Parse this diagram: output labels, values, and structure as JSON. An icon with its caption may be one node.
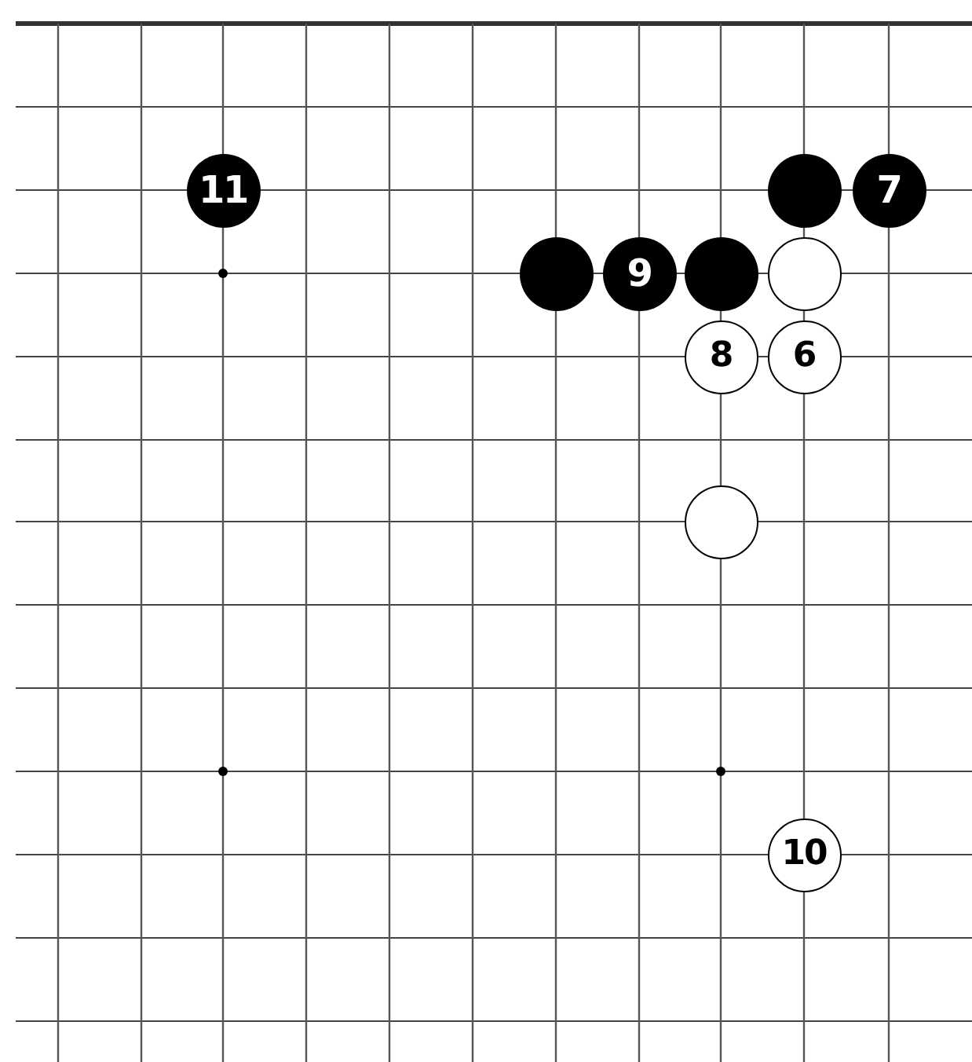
{
  "diagram": {
    "nodes": [
      {
        "text": [
          "11"
        ]
      },
      {
        "text": [],
        "shape": "circle"
      },
      {
        "text": [
          "7"
        ]
      },
      {
        "text": [],
        "shape": "circle"
      },
      {
        "text": [
          "9"
        ]
      },
      {
        "text": [],
        "shape": "circle"
      },
      {
        "text": [],
        "shape": "circle"
      },
      {
        "text": [
          "8"
        ]
      },
      {
        "text": [
          "6"
        ]
      },
      {
        "text": [],
        "shape": "circle"
      },
      {
        "text": [
          "10"
        ]
      }
    ]
  }
}
